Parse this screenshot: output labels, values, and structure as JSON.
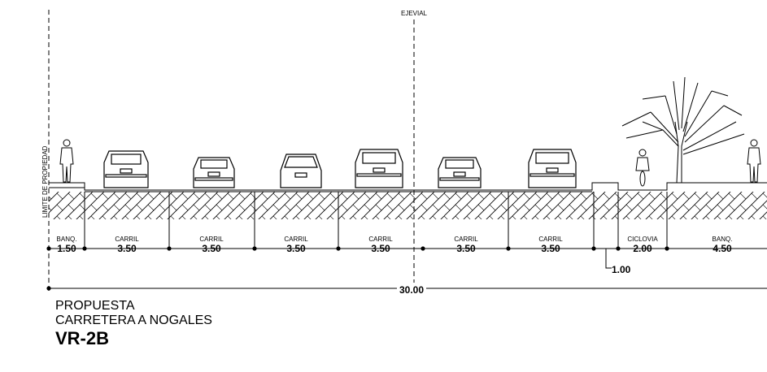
{
  "axis_label": "EJEVIAL",
  "property_limit_label": "LIMITE DE PROPIEDAD",
  "segments": [
    {
      "label": "BANQ.",
      "value": "1.50"
    },
    {
      "label": "CARRIL",
      "value": "3.50"
    },
    {
      "label": "CARRIL",
      "value": "3.50"
    },
    {
      "label": "CARRIL",
      "value": "3.50"
    },
    {
      "label": "CARRIL",
      "value": "3.50"
    },
    {
      "label": "CARRIL",
      "value": "3.50"
    },
    {
      "label": "CARRIL",
      "value": "3.50"
    },
    {
      "label": "",
      "value": "1.00"
    },
    {
      "label": "CICLOVIA",
      "value": "2.00"
    },
    {
      "label": "BANQ.",
      "value": "4.50"
    }
  ],
  "separator_label": "1.00",
  "total_width": "30.00",
  "caption": {
    "line1": "PROPUESTA",
    "line2": "CARRETERA A NOGALES",
    "code": "VR-2B"
  }
}
